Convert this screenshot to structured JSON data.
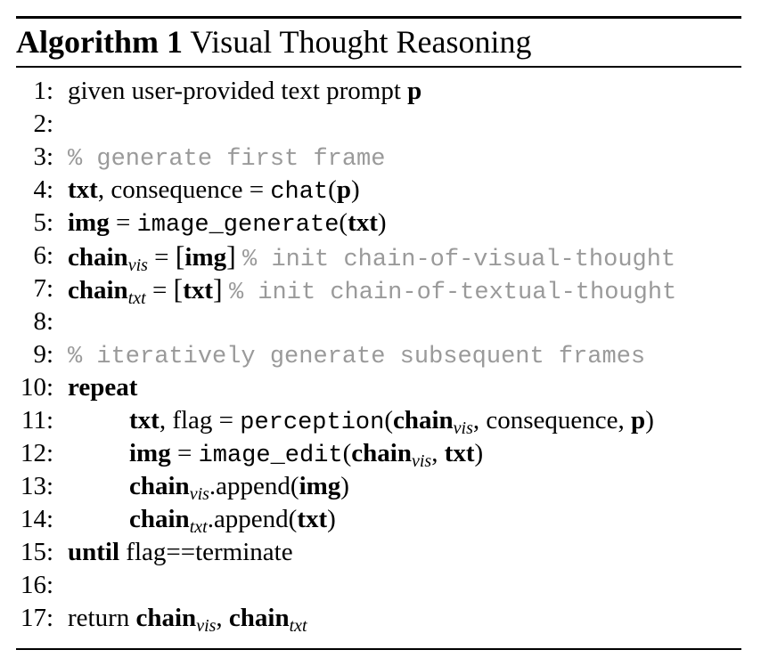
{
  "algorithm": {
    "label": "Algorithm 1",
    "title": "Visual Thought Reasoning"
  },
  "lines": [
    {
      "num": "1:",
      "parts": [
        {
          "t": "given user-provided text prompt "
        },
        {
          "t": "p",
          "c": "b"
        }
      ]
    },
    {
      "num": "2:",
      "parts": []
    },
    {
      "num": "3:",
      "parts": [
        {
          "t": "% generate first frame",
          "c": "cm"
        }
      ]
    },
    {
      "num": "4:",
      "parts": [
        {
          "t": "txt",
          "c": "b"
        },
        {
          "t": ", consequence = "
        },
        {
          "t": "chat",
          "c": "tt"
        },
        {
          "t": "("
        },
        {
          "t": "p",
          "c": "b"
        },
        {
          "t": ")"
        }
      ]
    },
    {
      "num": "5:",
      "parts": [
        {
          "t": "img",
          "c": "b"
        },
        {
          "t": " = "
        },
        {
          "t": "image_generate",
          "c": "tt"
        },
        {
          "t": "("
        },
        {
          "t": "txt",
          "c": "b"
        },
        {
          "t": ")"
        }
      ]
    },
    {
      "num": "6:",
      "parts": [
        {
          "t": "chain",
          "c": "b"
        },
        {
          "t": "vis",
          "c": "sub"
        },
        {
          "t": " = "
        },
        {
          "t": "[",
          "c": "br"
        },
        {
          "t": "img",
          "c": "b"
        },
        {
          "t": "]",
          "c": "br"
        },
        {
          "t": " "
        },
        {
          "t": "% init chain-of-visual-thought",
          "c": "cm"
        }
      ]
    },
    {
      "num": "7:",
      "parts": [
        {
          "t": "chain",
          "c": "b"
        },
        {
          "t": "txt",
          "c": "sub"
        },
        {
          "t": " = "
        },
        {
          "t": "[",
          "c": "br"
        },
        {
          "t": "txt",
          "c": "b"
        },
        {
          "t": "]",
          "c": "br"
        },
        {
          "t": " "
        },
        {
          "t": "% init chain-of-textual-thought",
          "c": "cm"
        }
      ]
    },
    {
      "num": "8:",
      "parts": []
    },
    {
      "num": "9:",
      "parts": [
        {
          "t": "% iteratively generate subsequent frames",
          "c": "cm"
        }
      ]
    },
    {
      "num": "10:",
      "parts": [
        {
          "t": "repeat",
          "c": "b"
        }
      ]
    },
    {
      "num": "11:",
      "indent": true,
      "parts": [
        {
          "t": "txt",
          "c": "b"
        },
        {
          "t": ", flag = "
        },
        {
          "t": "perception",
          "c": "tt"
        },
        {
          "t": "("
        },
        {
          "t": "chain",
          "c": "b"
        },
        {
          "t": "vis",
          "c": "sub"
        },
        {
          "t": ", consequence, "
        },
        {
          "t": "p",
          "c": "b"
        },
        {
          "t": ")"
        }
      ]
    },
    {
      "num": "12:",
      "indent": true,
      "parts": [
        {
          "t": "img",
          "c": "b"
        },
        {
          "t": " = "
        },
        {
          "t": "image_edit",
          "c": "tt"
        },
        {
          "t": "("
        },
        {
          "t": "chain",
          "c": "b"
        },
        {
          "t": "vis",
          "c": "sub"
        },
        {
          "t": ", "
        },
        {
          "t": "txt",
          "c": "b"
        },
        {
          "t": ")"
        }
      ]
    },
    {
      "num": "13:",
      "indent": true,
      "parts": [
        {
          "t": "chain",
          "c": "b"
        },
        {
          "t": "vis",
          "c": "sub"
        },
        {
          "t": ".append("
        },
        {
          "t": "img",
          "c": "b"
        },
        {
          "t": ")"
        }
      ]
    },
    {
      "num": "14:",
      "indent": true,
      "parts": [
        {
          "t": "chain",
          "c": "b"
        },
        {
          "t": "txt",
          "c": "sub"
        },
        {
          "t": ".append("
        },
        {
          "t": "txt",
          "c": "b"
        },
        {
          "t": ")"
        }
      ]
    },
    {
      "num": "15:",
      "parts": [
        {
          "t": "until",
          "c": "b"
        },
        {
          "t": " flag==terminate"
        }
      ]
    },
    {
      "num": "16:",
      "parts": []
    },
    {
      "num": "17:",
      "parts": [
        {
          "t": "return "
        },
        {
          "t": "chain",
          "c": "b"
        },
        {
          "t": "vis",
          "c": "sub"
        },
        {
          "t": ", "
        },
        {
          "t": "chain",
          "c": "b"
        },
        {
          "t": "txt",
          "c": "sub"
        }
      ]
    }
  ]
}
